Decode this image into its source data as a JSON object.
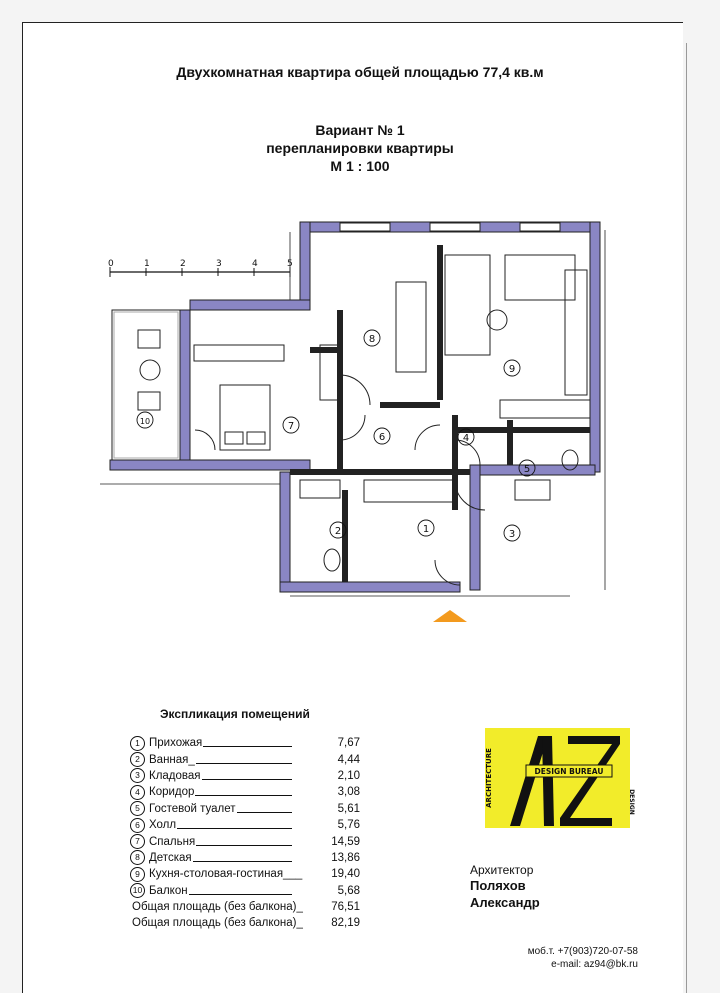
{
  "header": {
    "title": "Двухкомнатная квартира общей площадью 77,4 кв.м",
    "variant": "Вариант № 1",
    "subtitle": "перепланировки квартиры",
    "scale": "М 1 : 100"
  },
  "plan": {
    "scale_bar": [
      "0",
      "1",
      "2",
      "3",
      "4",
      "5"
    ],
    "room_marks": [
      "1",
      "2",
      "3",
      "4",
      "5",
      "6",
      "7",
      "8",
      "9",
      "10"
    ]
  },
  "explication": {
    "title": "Экспликация помещений",
    "rooms": [
      {
        "num": "1",
        "name": "Прихожая",
        "area": "7,67"
      },
      {
        "num": "2",
        "name": "Ванная_",
        "area": "4,44"
      },
      {
        "num": "3",
        "name": "Кладовая",
        "area": "2,10"
      },
      {
        "num": "4",
        "name": "Коридор",
        "area": "3,08"
      },
      {
        "num": "5",
        "name": "Гостевой туалет",
        "area": "5,61"
      },
      {
        "num": "6",
        "name": "Холл",
        "area": "5,76"
      },
      {
        "num": "7",
        "name": "Спальня",
        "area": "14,59"
      },
      {
        "num": "8",
        "name": "Детская",
        "area": "13,86"
      },
      {
        "num": "9",
        "name": "Кухня-столовая-гостиная___",
        "area": "19,40"
      },
      {
        "num": "10",
        "name": "Балкон",
        "area": "5,68"
      }
    ],
    "totals": [
      {
        "label": "Общая площадь (без балкона)_",
        "area": "76,51"
      },
      {
        "label": "Общая площадь (без балкона)_",
        "area": "82,19"
      }
    ]
  },
  "logo": {
    "side_left": "ARCHITECTURE",
    "side_right": "DESIGN",
    "band": "DESIGN BUREAU",
    "letters": "AZ",
    "colors": {
      "yellow": "#f2ec2a",
      "ink": "#111111"
    }
  },
  "author": {
    "role": "Архитектор",
    "surname": "Поляхов",
    "name": "Александр"
  },
  "contacts": {
    "phone": "моб.т. +7(903)720-07-58",
    "email": "e-mail: az94@bk.ru"
  },
  "colors": {
    "wall_fill": "#8a86c4",
    "entry_marker": "#f39a1e"
  }
}
